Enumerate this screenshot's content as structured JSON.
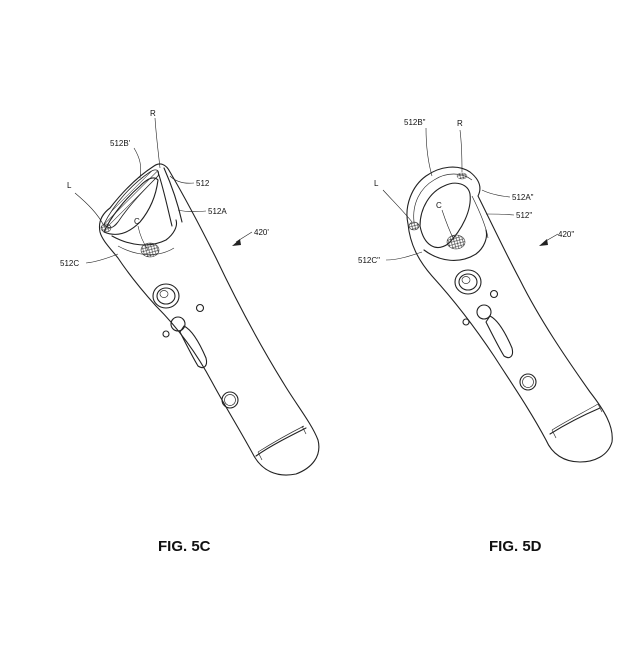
{
  "figures": [
    {
      "caption": "FIG. 5C",
      "labels": {
        "r": "R",
        "top_left": "512B'",
        "top_right": "512",
        "l": "L",
        "c": "C",
        "right_mid": "512A",
        "left_mid": "512C",
        "ref": "420'"
      }
    },
    {
      "caption": "FIG. 5D",
      "labels": {
        "r": "R",
        "top_left": "512B\"",
        "top_right": "512A\"",
        "l": "L",
        "c": "C",
        "right_mid": "512\"",
        "left_mid": "512C\"",
        "ref": "420\""
      }
    }
  ]
}
